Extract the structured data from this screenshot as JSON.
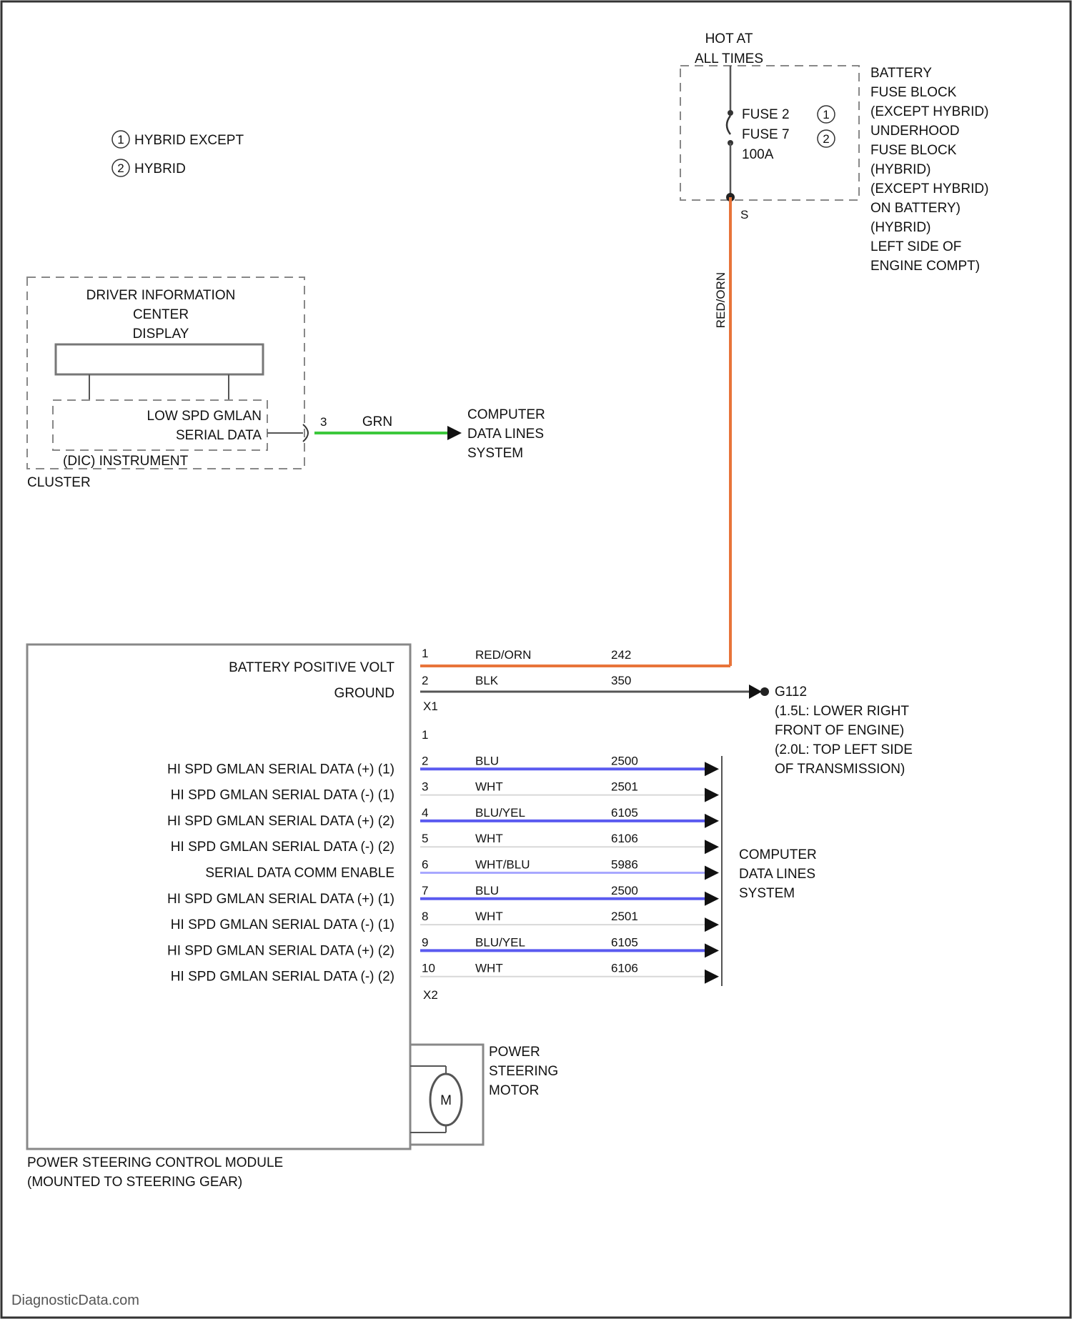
{
  "legend": [
    {
      "marker": "1",
      "text": "HYBRID EXCEPT"
    },
    {
      "marker": "2",
      "text": "HYBRID"
    }
  ],
  "power_source": {
    "hot_label": [
      "HOT AT",
      "ALL TIMES"
    ],
    "fuses": [
      "FUSE 2",
      "FUSE 7",
      "100A"
    ],
    "fuse_markers": [
      "1",
      "2"
    ],
    "block_description": [
      "BATTERY",
      "FUSE BLOCK",
      "(EXCEPT HYBRID)",
      "UNDERHOOD",
      "FUSE BLOCK",
      "(HYBRID)",
      "(EXCEPT HYBRID)",
      "ON BATTERY)",
      "(HYBRID)",
      "LEFT SIDE OF",
      "ENGINE COMPT)"
    ],
    "connector_label": "S",
    "vertical_wire_color": "RED/ORN"
  },
  "dic": {
    "title": [
      "DRIVER INFORMATION",
      "CENTER",
      "DISPLAY"
    ],
    "signal": [
      "LOW SPD GMLAN",
      "SERIAL DATA"
    ],
    "cluster_label": [
      "(DIC) INSTRUMENT",
      "CLUSTER"
    ],
    "pin": "3",
    "wire_color": "GRN",
    "destination": [
      "COMPUTER",
      "DATA LINES",
      "SYSTEM"
    ]
  },
  "pscm": {
    "title": [
      "POWER STEERING CONTROL MODULE",
      "(MOUNTED TO STEERING GEAR)"
    ],
    "connector_x1": "X1",
    "connector_x2": "X2",
    "pins_x1": [
      {
        "label": "BATTERY POSITIVE VOLT",
        "pin": "1",
        "color": "RED/ORN",
        "circuit": "242"
      },
      {
        "label": "GROUND",
        "pin": "2",
        "color": "BLK",
        "circuit": "350"
      }
    ],
    "pins_x2": [
      {
        "label": "",
        "pin": "1",
        "color": "",
        "circuit": ""
      },
      {
        "label": "HI SPD GMLAN SERIAL DATA (+) (1)",
        "pin": "2",
        "color": "BLU",
        "circuit": "2500"
      },
      {
        "label": "HI SPD GMLAN SERIAL DATA (-) (1)",
        "pin": "3",
        "color": "WHT",
        "circuit": "2501"
      },
      {
        "label": "HI SPD GMLAN SERIAL DATA (+) (2)",
        "pin": "4",
        "color": "BLU/YEL",
        "circuit": "6105"
      },
      {
        "label": "HI SPD GMLAN SERIAL DATA (-) (2)",
        "pin": "5",
        "color": "WHT",
        "circuit": "6106"
      },
      {
        "label": "SERIAL DATA COMM ENABLE",
        "pin": "6",
        "color": "WHT/BLU",
        "circuit": "5986"
      },
      {
        "label": "HI SPD GMLAN SERIAL DATA (+) (1)",
        "pin": "7",
        "color": "BLU",
        "circuit": "2500"
      },
      {
        "label": "HI SPD GMLAN SERIAL DATA (-) (1)",
        "pin": "8",
        "color": "WHT",
        "circuit": "2501"
      },
      {
        "label": "HI SPD GMLAN SERIAL DATA (+) (2)",
        "pin": "9",
        "color": "BLU/YEL",
        "circuit": "6105"
      },
      {
        "label": "HI SPD GMLAN SERIAL DATA (-) (2)",
        "pin": "10",
        "color": "WHT",
        "circuit": "6106"
      }
    ],
    "data_destination": [
      "COMPUTER",
      "DATA LINES",
      "SYSTEM"
    ],
    "motor": {
      "symbol": "M",
      "label": [
        "POWER",
        "STEERING",
        "MOTOR"
      ]
    }
  },
  "ground": {
    "id": "G112",
    "description": [
      "(1.5L: LOWER RIGHT",
      "FRONT OF ENGINE)",
      "(2.0L: TOP LEFT SIDE",
      "OF TRANSMISSION)"
    ]
  },
  "colors": {
    "red_orn": "#e8743a",
    "grn": "#3cc83c",
    "blu": "#5a5af0",
    "wht_blu": "#a8a8ff",
    "blk": "#555555",
    "wht": "#d8d8d8"
  },
  "watermark": "DiagnosticData.com"
}
